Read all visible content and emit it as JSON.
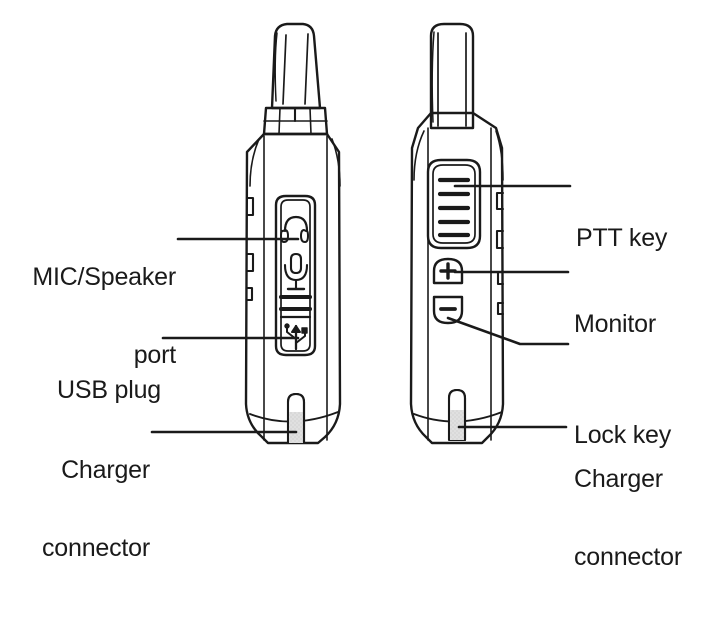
{
  "diagram": {
    "title": "Two-way radio (walkie-talkie) callout diagram",
    "type": "line-art technical illustration",
    "views": [
      {
        "id": "left-view",
        "name": "front/left side view"
      },
      {
        "id": "right-view",
        "name": "side view with keys"
      }
    ],
    "colors": {
      "stroke": "#1a1a1a",
      "background": "#ffffff",
      "contact_pad": "#d8d8d8",
      "label_text": "#1a1a1a"
    }
  },
  "labels": {
    "mic_speaker": {
      "line1": "MIC/Speaker",
      "line2": "port"
    },
    "usb_plug": {
      "line1": "USB plug"
    },
    "charger_left": {
      "line1": "Charger",
      "line2": "connector"
    },
    "ptt_key": {
      "line1": "PTT key"
    },
    "monitor": {
      "line1": "Monitor"
    },
    "lock_key": {
      "line1": "Lock key"
    },
    "charger_right": {
      "line1": "Charger",
      "line2": "connector"
    }
  },
  "icons": {
    "headphone": "headphone-icon",
    "microphone": "microphone-icon",
    "usb": "usb-trident-icon",
    "plus": "plus-icon",
    "minus": "minus-icon"
  },
  "parts": {
    "left_view": [
      "antenna-stub",
      "ribbed-collar",
      "body-shell",
      "accessory-port-panel",
      "headphone-icon",
      "microphone-icon",
      "port-divider-bars",
      "usb-trident-icon",
      "edge-notches",
      "charger-contact-slot"
    ],
    "right_view": [
      "antenna-stub",
      "body-shell",
      "ptt-key-ridged",
      "monitor-plus-button",
      "lock-minus-button",
      "edge-bumps",
      "charger-contact-slot"
    ]
  }
}
